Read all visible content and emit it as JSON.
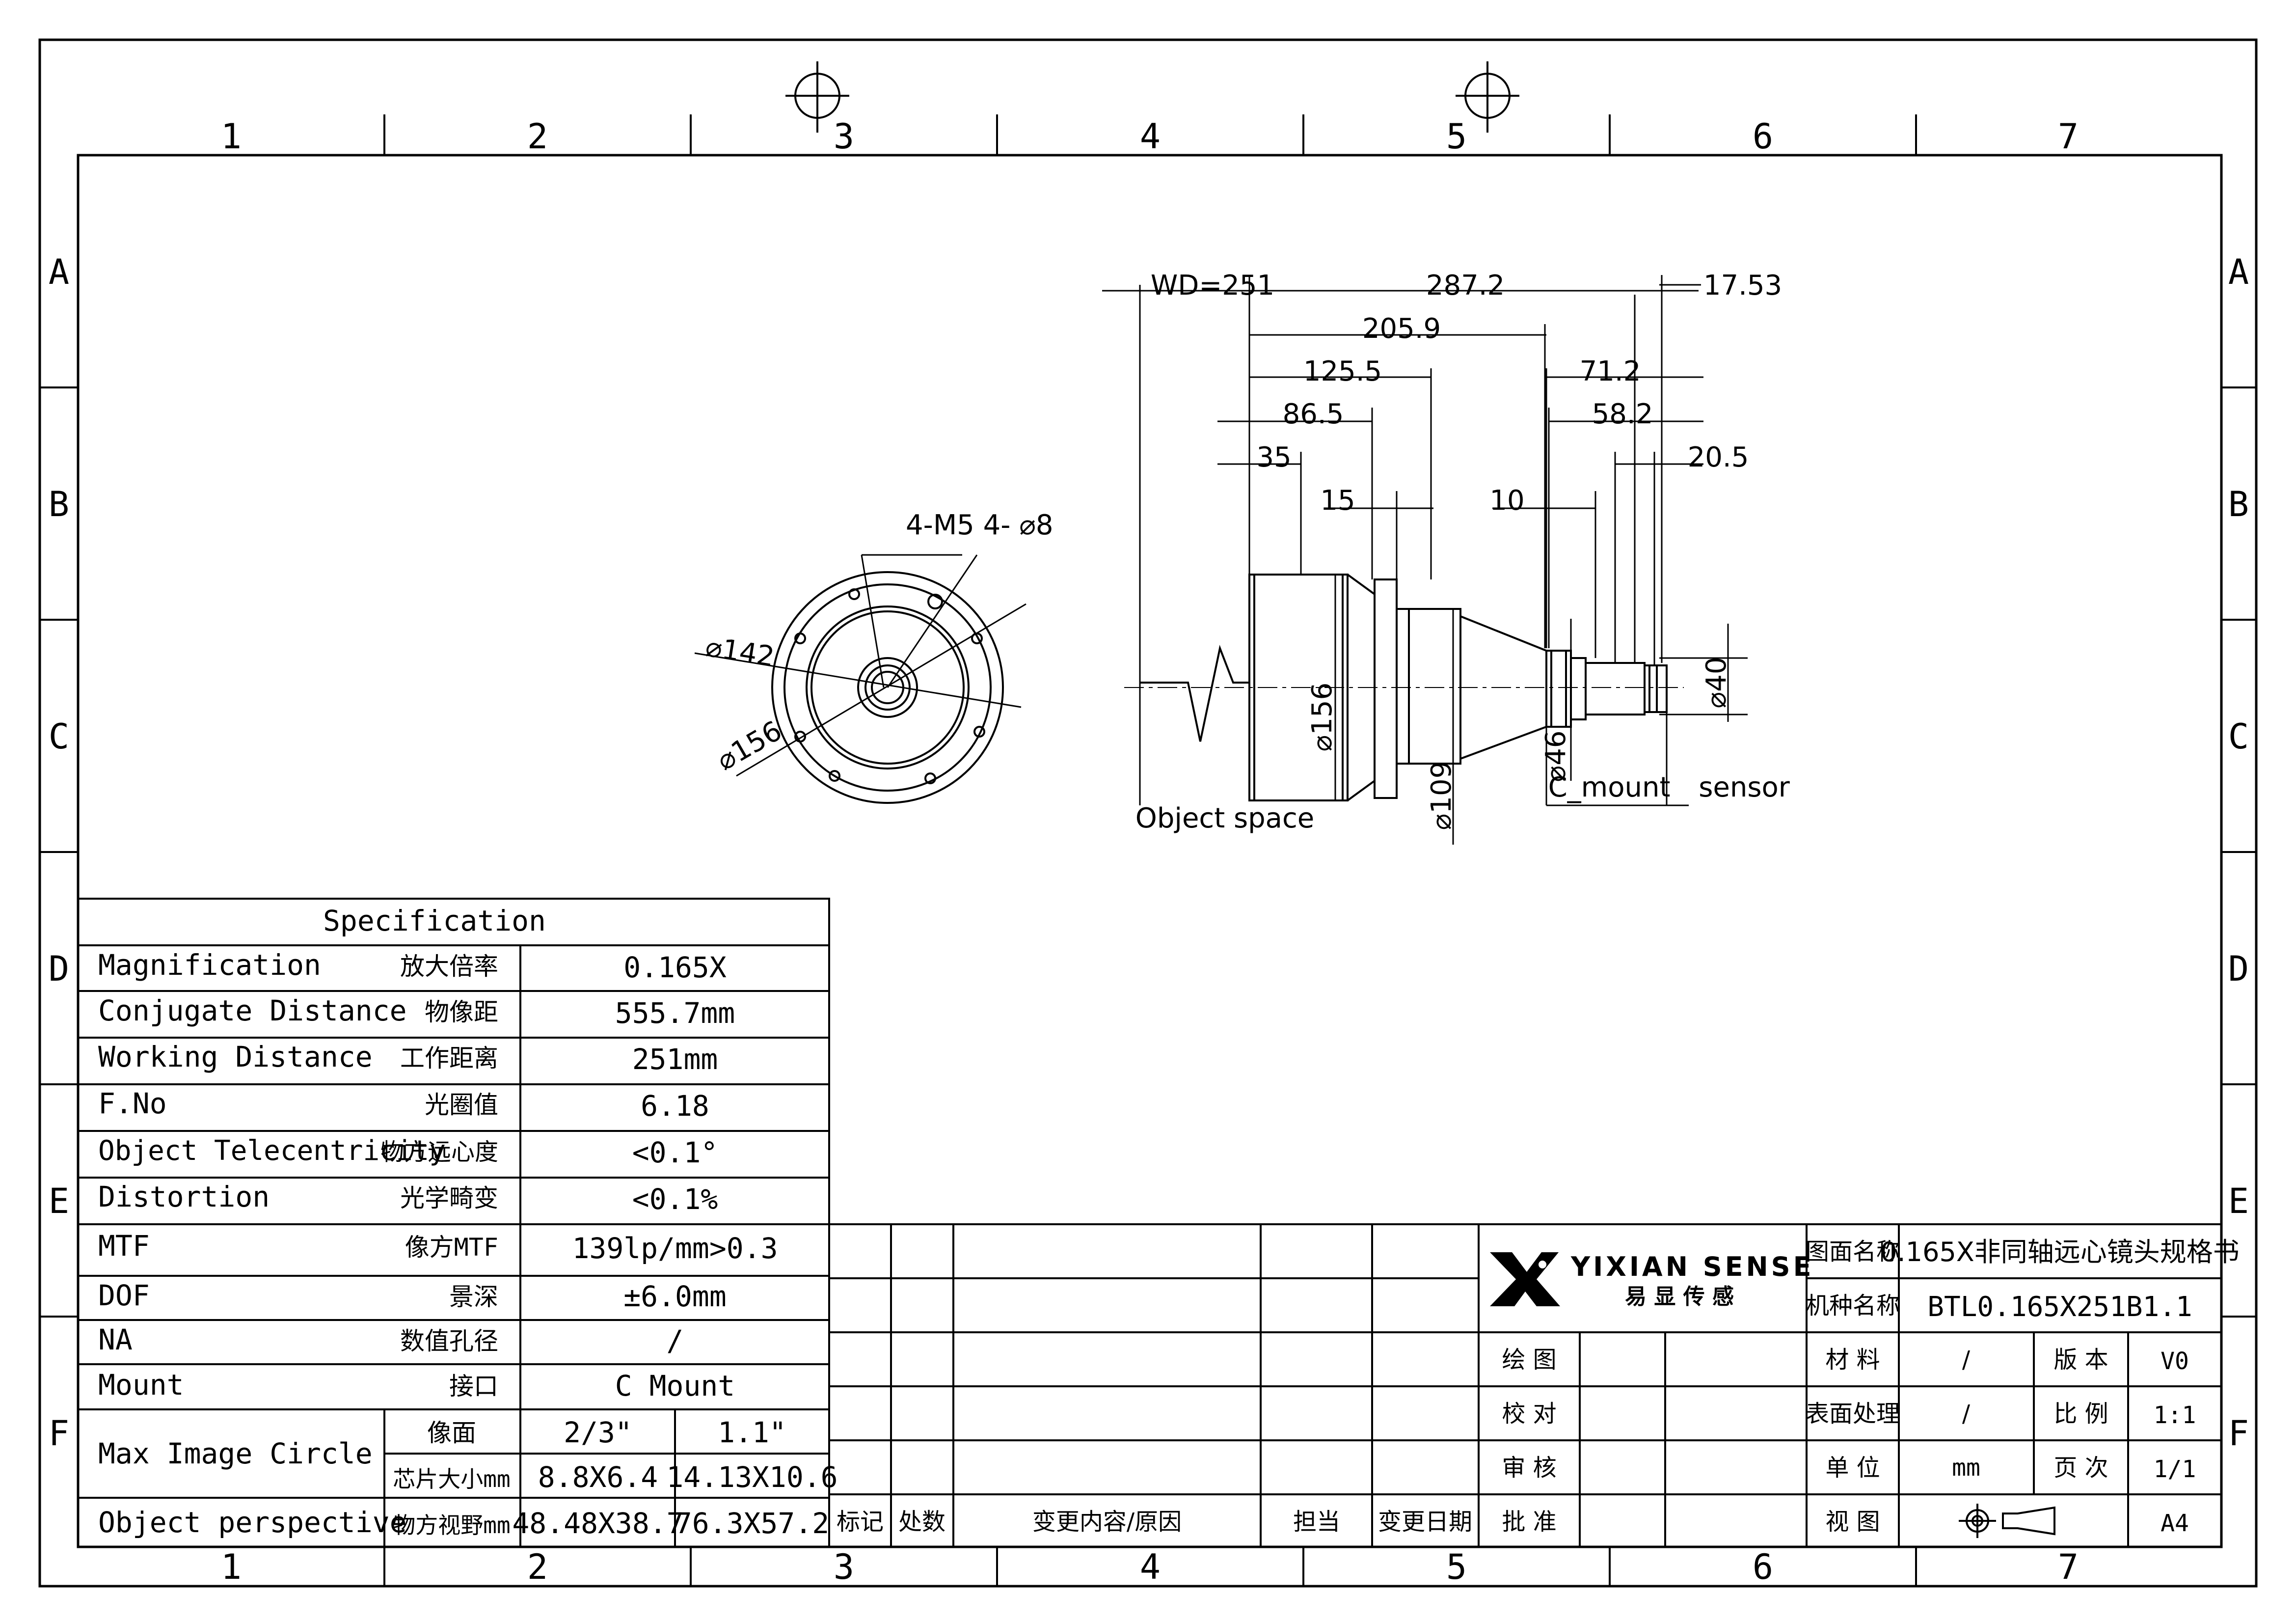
{
  "grid": {
    "columns": [
      "1",
      "2",
      "3",
      "4",
      "5",
      "6",
      "7"
    ],
    "rows": [
      "A",
      "B",
      "C",
      "D",
      "E",
      "F"
    ]
  },
  "drawing": {
    "front_view": {
      "callout_holes": "4-M5 4- ⌀8",
      "dia_inner": "⌀142",
      "dia_outer": "⌀156"
    },
    "side_view": {
      "wd": "WD=251",
      "d_287": "287.2",
      "d_17": "17.53",
      "d_205": "205.9",
      "d_125": "125.5",
      "d_71": "71.2",
      "d_86": "86.5",
      "d_58": "58.2",
      "d_35": "35",
      "d_20": "20.5",
      "d_15": "15",
      "d_10": "10",
      "dia_156": "⌀156",
      "dia_109": "⌀109",
      "dia_46": "⌀46",
      "dia_40": "⌀40",
      "object_space": "Object space",
      "c_mount": "C_mount",
      "sensor": "sensor"
    }
  },
  "spec": {
    "title": "Specification",
    "rows": [
      {
        "en": "Magnification",
        "cn": "放大倍率",
        "value": "0.165X"
      },
      {
        "en": "Conjugate Distance",
        "cn": "物像距",
        "value": "555.7mm"
      },
      {
        "en": "Working Distance",
        "cn": "工作距离",
        "value": "251mm"
      },
      {
        "en": "F.No",
        "cn": "光圈值",
        "value": "6.18"
      },
      {
        "en": "Object Telecentricity",
        "cn": "物方远心度",
        "value": "<0.1°"
      },
      {
        "en": "Distortion",
        "cn": "光学畸变",
        "value": "<0.1%"
      },
      {
        "en": "MTF",
        "cn": "像方MTF",
        "value": "139lp/mm>0.3"
      },
      {
        "en": "DOF",
        "cn": "景深",
        "value": "±6.0mm"
      },
      {
        "en": "NA",
        "cn": "数值孔径",
        "value": "/"
      },
      {
        "en": "Mount",
        "cn": "接口",
        "value": "C Mount"
      }
    ],
    "image_circle": {
      "en": "Max Image Circle",
      "row1": {
        "cn": "像面",
        "v1": "2/3\"",
        "v2": "1.1\""
      },
      "row2": {
        "cn": "芯片大小mm",
        "v1": "8.8X6.4",
        "v2": "14.13X10.6"
      }
    },
    "perspective": {
      "en": "Object perspective",
      "cn": "物方视野mm",
      "v1": "48.48X38.7",
      "v2": "76.3X57.2"
    }
  },
  "revision": {
    "h_mark": "标记",
    "h_count": "处数",
    "h_content": "变更内容/原因",
    "h_owner": "担当",
    "h_date": "变更日期"
  },
  "approval": {
    "draw": "绘 图",
    "check": "校 对",
    "review": "审 核",
    "approve": "批 准"
  },
  "logo": {
    "brand": "YIXIAN SENSE",
    "cn": "易 显 传 感"
  },
  "title_block": {
    "name_label": "图面名称",
    "name_value": "0.165X非同轴远心镜头规格书",
    "model_label": "机种名称",
    "model_value": "BTL0.165X251B1.1",
    "material_label": "材 料",
    "material_value": "/",
    "version_label": "版 本",
    "version_value": "V0",
    "surface_label": "表面处理",
    "surface_value": "/",
    "scale_label": "比 例",
    "scale_value": "1:1",
    "unit_label": "单 位",
    "unit_value": "mm",
    "page_label": "页 次",
    "page_value": "1/1",
    "view_label": "视 图",
    "size_value": "A4"
  }
}
